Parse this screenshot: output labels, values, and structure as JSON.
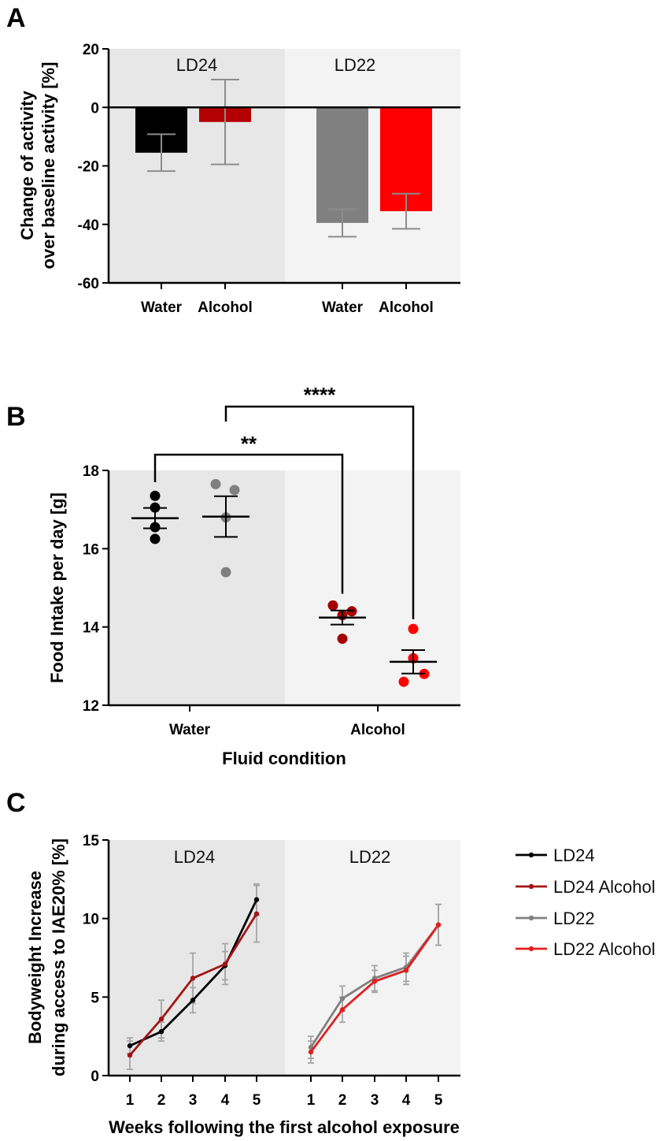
{
  "chart_data": [
    {
      "panel": "A",
      "type": "bar",
      "ylabel_line1": "Change of activity",
      "ylabel_line2": "over baseline activity [%]",
      "ylim": [
        -60,
        20
      ],
      "yticks": [
        20,
        0,
        -20,
        -40,
        -60
      ],
      "groups": [
        "LD24",
        "LD22"
      ],
      "categories": [
        "Water",
        "Alcohol",
        "Water",
        "Alcohol"
      ],
      "values": [
        -15.5,
        -5,
        -39.5,
        -35.5
      ],
      "errors": [
        6.3,
        14.5,
        4.7,
        6
      ],
      "colors": [
        "#000000",
        "#b30000",
        "#808080",
        "#ff0000"
      ],
      "grid": false
    },
    {
      "panel": "B",
      "type": "scatter",
      "ylabel": "Food Intake per day [g]",
      "xlabel": "Fluid condition",
      "ylim": [
        12,
        18
      ],
      "yticks": [
        18,
        16,
        14,
        12
      ],
      "categories": [
        "Water",
        "Alcohol"
      ],
      "series": [
        {
          "points": [
            17.35,
            17.05,
            16.55,
            16.25
          ],
          "mean": 16.78,
          "sem": 0.26,
          "color": "#000000"
        },
        {
          "points": [
            17.65,
            17.5,
            16.8,
            15.4
          ],
          "mean": 16.82,
          "sem": 0.52,
          "color": "#808080"
        },
        {
          "points": [
            14.55,
            14.4,
            14.3,
            13.7
          ],
          "mean": 14.24,
          "sem": 0.18,
          "color": "#a30000"
        },
        {
          "points": [
            13.95,
            13.2,
            12.8,
            12.6
          ],
          "mean": 13.11,
          "sem": 0.3,
          "color": "#ff0000"
        }
      ],
      "comparisons": [
        {
          "label": "**"
        },
        {
          "label": "****"
        }
      ]
    },
    {
      "panel": "C",
      "type": "line",
      "ylabel_line1": "Bodyweight Increase",
      "ylabel_line2": "during access to IAE20% [%]",
      "xlabel": "Weeks following the first alcohol exposure",
      "ylim": [
        0,
        15
      ],
      "yticks": [
        15,
        10,
        5,
        0
      ],
      "x": [
        1,
        2,
        3,
        4,
        5
      ],
      "groups": [
        "LD24",
        "LD22"
      ],
      "legend": "right",
      "series": [
        {
          "name": "LD24",
          "group": "LD24",
          "color": "#000000",
          "values": [
            1.9,
            2.8,
            4.8,
            7.0,
            11.2
          ],
          "errors": [
            0.5,
            0.6,
            0.8,
            0.9,
            1.0
          ]
        },
        {
          "name": "LD24 Alcohol",
          "group": "LD24",
          "color": "#a31515",
          "values": [
            1.3,
            3.6,
            6.2,
            7.1,
            10.3
          ],
          "errors": [
            0.9,
            1.2,
            1.6,
            1.3,
            1.8
          ]
        },
        {
          "name": "LD22",
          "group": "LD22",
          "color": "#808080",
          "values": [
            1.8,
            4.9,
            6.2,
            6.9,
            9.6
          ],
          "errors": [
            0.7,
            0.8,
            0.8,
            0.9,
            1.3
          ]
        },
        {
          "name": "LD22 Alcohol",
          "group": "LD22",
          "color": "#e02020",
          "values": [
            1.5,
            4.2,
            6.0,
            6.7,
            9.6
          ],
          "errors": [
            0.7,
            0.8,
            0.7,
            0.9,
            1.3
          ]
        }
      ]
    }
  ]
}
